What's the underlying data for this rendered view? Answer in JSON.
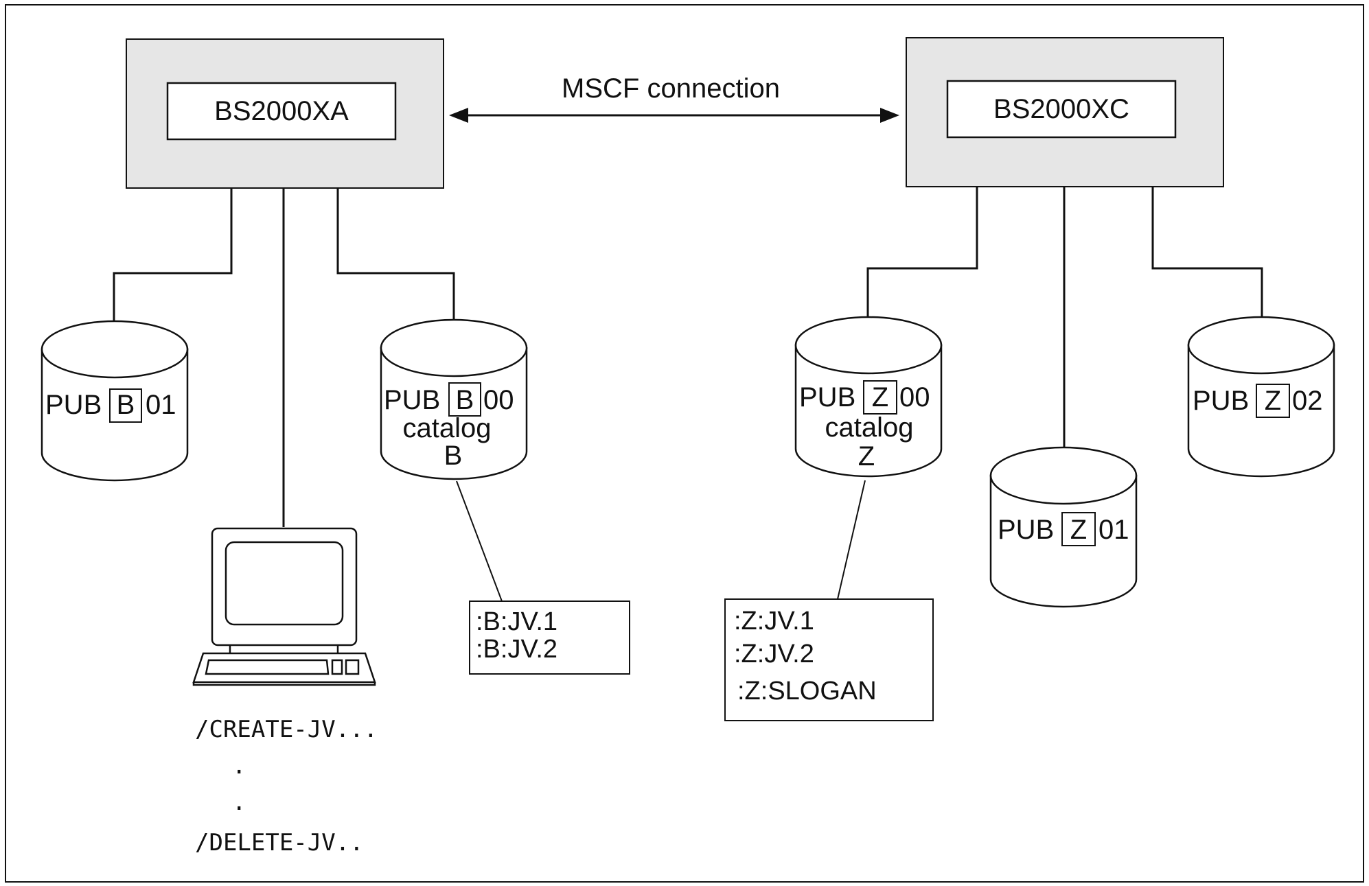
{
  "connection": {
    "label": "MSCF connection"
  },
  "host_a": {
    "name": "BS2000XA",
    "disk_01": {
      "prefix": "PUB",
      "letter": "B",
      "suffix": "01"
    },
    "disk_00": {
      "prefix": "PUB",
      "letter": "B",
      "suffix": "00",
      "line2": "catalog",
      "line3": "B"
    },
    "files": [
      ":B:JV.1",
      ":B:JV.2"
    ],
    "commands": [
      "/CREATE-JV...",
      ".",
      ".",
      "/DELETE-JV.."
    ]
  },
  "host_c": {
    "name": "BS2000XC",
    "disk_00": {
      "prefix": "PUB",
      "letter": "Z",
      "suffix": "00",
      "line2": "catalog",
      "line3": "Z"
    },
    "disk_01": {
      "prefix": "PUB",
      "letter": "Z",
      "suffix": "01"
    },
    "disk_02": {
      "prefix": "PUB",
      "letter": "Z",
      "suffix": "02"
    },
    "files": [
      ":Z:JV.1",
      ":Z:JV.2",
      ":Z:SLOGAN"
    ]
  },
  "colors": {
    "host_fill": "#e6e6e6",
    "stroke": "#111111",
    "background": "#ffffff"
  }
}
